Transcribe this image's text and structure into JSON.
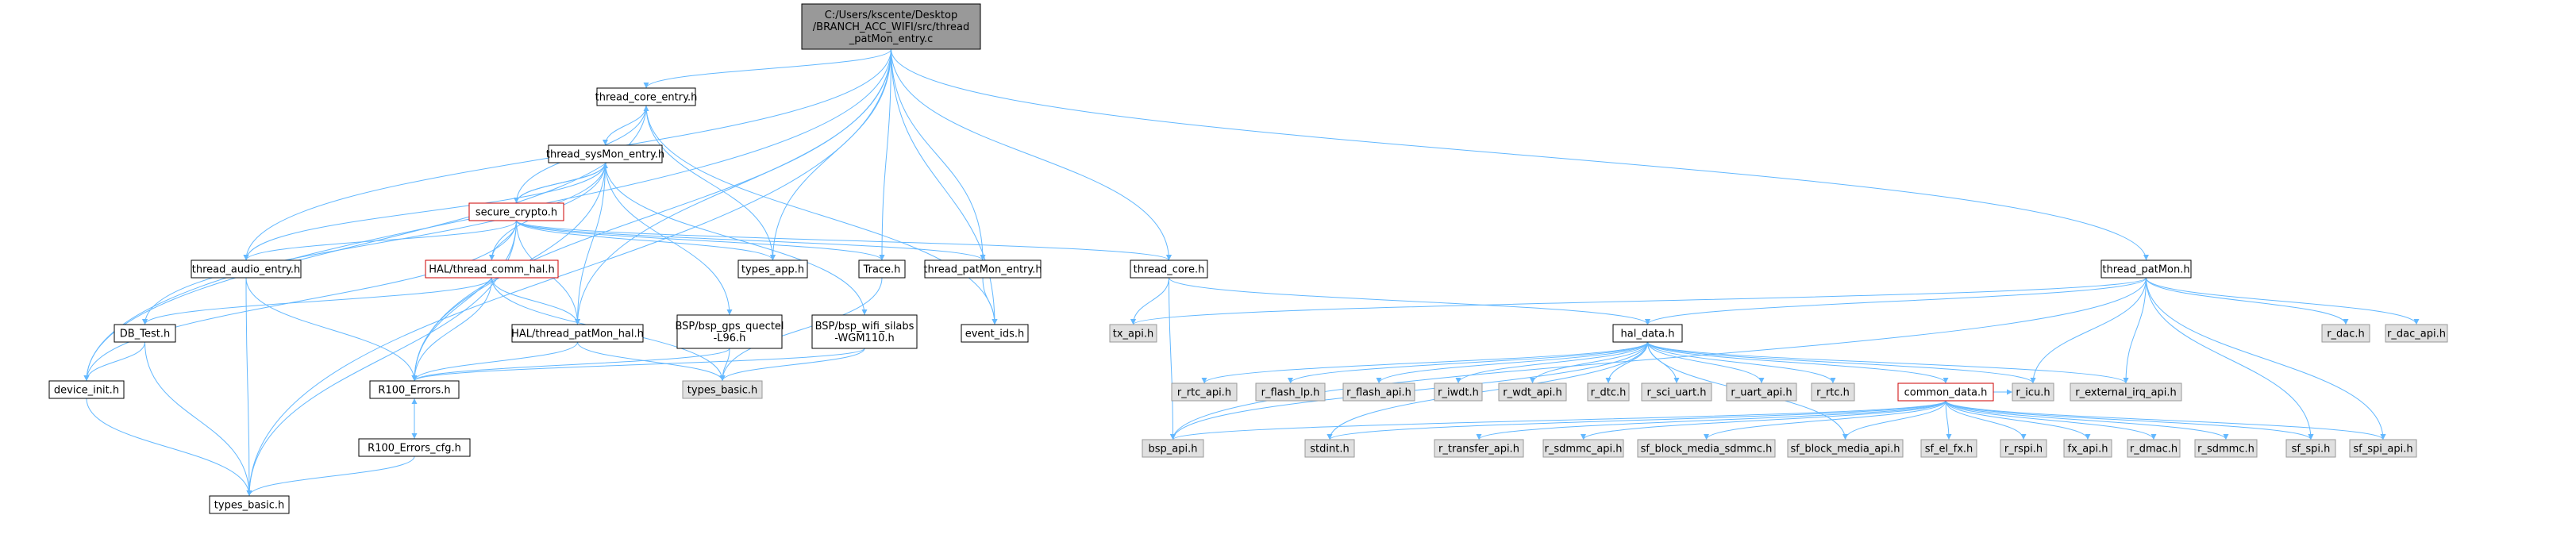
{
  "graph": {
    "colors": {
      "edge": "#63b8ff",
      "edge_head": "#63b8ff",
      "node_border": "#000000",
      "node_border_highlight": "#cc0000",
      "node_fill": "#ffffff",
      "node_fill_system": "#e0e0e0",
      "node_fill_root": "#999999",
      "system_border": "#999999"
    },
    "nodes": [
      {
        "id": "root",
        "lines": [
          "C:/Users/kscente/Desktop",
          "/BRANCH_ACC_WIFI/src/thread",
          "_patMon_entry.c"
        ],
        "kind": "root"
      },
      {
        "id": "thread_core_entry",
        "lines": [
          "thread_core_entry.h"
        ],
        "kind": "normal"
      },
      {
        "id": "thread_sysMon_entry",
        "lines": [
          "thread_sysMon_entry.h"
        ],
        "kind": "normal"
      },
      {
        "id": "secure_crypto",
        "lines": [
          "secure_crypto.h"
        ],
        "kind": "highlight"
      },
      {
        "id": "HAL_thread_comm_hal",
        "lines": [
          "HAL/thread_comm_hal.h"
        ],
        "kind": "highlight"
      },
      {
        "id": "thread_audio_entry",
        "lines": [
          "thread_audio_entry.h"
        ],
        "kind": "normal"
      },
      {
        "id": "types_app",
        "lines": [
          "types_app.h"
        ],
        "kind": "normal"
      },
      {
        "id": "Trace",
        "lines": [
          "Trace.h"
        ],
        "kind": "normal"
      },
      {
        "id": "thread_patMon_entry",
        "lines": [
          "thread_patMon_entry.h"
        ],
        "kind": "normal"
      },
      {
        "id": "thread_core",
        "lines": [
          "thread_core.h"
        ],
        "kind": "normal"
      },
      {
        "id": "thread_patMon",
        "lines": [
          "thread_patMon.h"
        ],
        "kind": "normal"
      },
      {
        "id": "DB_Test",
        "lines": [
          "DB_Test.h"
        ],
        "kind": "normal"
      },
      {
        "id": "HAL_thread_patMon_hal",
        "lines": [
          "HAL/thread_patMon_hal.h"
        ],
        "kind": "normal"
      },
      {
        "id": "BSP_bsp_gps_quectel",
        "lines": [
          "BSP/bsp_gps_quectel",
          "-L96.h"
        ],
        "kind": "normal"
      },
      {
        "id": "BSP_bsp_wifi_silabs",
        "lines": [
          "BSP/bsp_wifi_silabs",
          "-WGM110.h"
        ],
        "kind": "normal"
      },
      {
        "id": "event_ids",
        "lines": [
          "event_ids.h"
        ],
        "kind": "normal"
      },
      {
        "id": "device_init",
        "lines": [
          "device_init.h"
        ],
        "kind": "normal"
      },
      {
        "id": "R100_Errors",
        "lines": [
          "R100_Errors.h"
        ],
        "kind": "normal"
      },
      {
        "id": "types_basic",
        "lines": [
          "types_basic.h"
        ],
        "kind": "system"
      },
      {
        "id": "R100_Errors_cfg",
        "lines": [
          "R100_Errors_cfg.h"
        ],
        "kind": "normal"
      },
      {
        "id": "types_basic_h",
        "lines": [
          "types_basic.h"
        ],
        "kind": "normal"
      },
      {
        "id": "tx_api",
        "lines": [
          "tx_api.h"
        ],
        "kind": "system"
      },
      {
        "id": "hal_data",
        "lines": [
          "hal_data.h"
        ],
        "kind": "normal"
      },
      {
        "id": "r_dac",
        "lines": [
          "r_dac.h"
        ],
        "kind": "system"
      },
      {
        "id": "r_dac_api",
        "lines": [
          "r_dac_api.h"
        ],
        "kind": "system"
      },
      {
        "id": "r_rtc_api",
        "lines": [
          "r_rtc_api.h"
        ],
        "kind": "system"
      },
      {
        "id": "r_flash_lp",
        "lines": [
          "r_flash_lp.h"
        ],
        "kind": "system"
      },
      {
        "id": "r_flash_api",
        "lines": [
          "r_flash_api.h"
        ],
        "kind": "system"
      },
      {
        "id": "r_iwdt",
        "lines": [
          "r_iwdt.h"
        ],
        "kind": "system"
      },
      {
        "id": "r_wdt_api",
        "lines": [
          "r_wdt_api.h"
        ],
        "kind": "system"
      },
      {
        "id": "r_dtc",
        "lines": [
          "r_dtc.h"
        ],
        "kind": "system"
      },
      {
        "id": "r_sci_uart",
        "lines": [
          "r_sci_uart.h"
        ],
        "kind": "system"
      },
      {
        "id": "r_uart_api",
        "lines": [
          "r_uart_api.h"
        ],
        "kind": "system"
      },
      {
        "id": "r_rtc",
        "lines": [
          "r_rtc.h"
        ],
        "kind": "system"
      },
      {
        "id": "common_data",
        "lines": [
          "common_data.h"
        ],
        "kind": "highlight"
      },
      {
        "id": "r_icu",
        "lines": [
          "r_icu.h"
        ],
        "kind": "system"
      },
      {
        "id": "r_external_irq_api",
        "lines": [
          "r_external_irq_api.h"
        ],
        "kind": "system"
      },
      {
        "id": "bsp_api",
        "lines": [
          "bsp_api.h"
        ],
        "kind": "system"
      },
      {
        "id": "stdint",
        "lines": [
          "stdint.h"
        ],
        "kind": "system"
      },
      {
        "id": "r_transfer_api",
        "lines": [
          "r_transfer_api.h"
        ],
        "kind": "system"
      },
      {
        "id": "r_sdmmc_api",
        "lines": [
          "r_sdmmc_api.h"
        ],
        "kind": "system"
      },
      {
        "id": "sf_block_media_sdmmc",
        "lines": [
          "sf_block_media_sdmmc.h"
        ],
        "kind": "system"
      },
      {
        "id": "sf_block_media_api",
        "lines": [
          "sf_block_media_api.h"
        ],
        "kind": "system"
      },
      {
        "id": "sf_el_fx",
        "lines": [
          "sf_el_fx.h"
        ],
        "kind": "system"
      },
      {
        "id": "r_rspi",
        "lines": [
          "r_rspi.h"
        ],
        "kind": "system"
      },
      {
        "id": "fx_api",
        "lines": [
          "fx_api.h"
        ],
        "kind": "system"
      },
      {
        "id": "r_dmac",
        "lines": [
          "r_dmac.h"
        ],
        "kind": "system"
      },
      {
        "id": "r_sdmmc",
        "lines": [
          "r_sdmmc.h"
        ],
        "kind": "system"
      },
      {
        "id": "sf_spi",
        "lines": [
          "sf_spi.h"
        ],
        "kind": "system"
      },
      {
        "id": "sf_spi_api",
        "lines": [
          "sf_spi_api.h"
        ],
        "kind": "system"
      }
    ],
    "edges": [
      [
        "root",
        "thread_core_entry"
      ],
      [
        "root",
        "device_init"
      ],
      [
        "root",
        "R100_Errors"
      ],
      [
        "root",
        "thread_audio_entry"
      ],
      [
        "root",
        "types_app"
      ],
      [
        "root",
        "HAL_thread_patMon_hal"
      ],
      [
        "root",
        "Trace"
      ],
      [
        "root",
        "thread_patMon_entry"
      ],
      [
        "root",
        "event_ids"
      ],
      [
        "root",
        "thread_core"
      ],
      [
        "root",
        "thread_patMon"
      ],
      [
        "root",
        "types_basic_h"
      ],
      [
        "thread_core_entry",
        "thread_sysMon_entry"
      ],
      [
        "thread_core_entry",
        "types_app"
      ],
      [
        "thread_core_entry",
        "event_ids"
      ],
      [
        "thread_core_entry",
        "device_init"
      ],
      [
        "thread_sysMon_entry",
        "secure_crypto"
      ],
      [
        "thread_sysMon_entry",
        "thread_audio_entry"
      ],
      [
        "thread_sysMon_entry",
        "DB_Test"
      ],
      [
        "thread_sysMon_entry",
        "HAL_thread_patMon_hal"
      ],
      [
        "thread_sysMon_entry",
        "BSP_bsp_gps_quectel"
      ],
      [
        "thread_sysMon_entry",
        "BSP_bsp_wifi_silabs"
      ],
      [
        "thread_sysMon_entry",
        "HAL_thread_comm_hal"
      ],
      [
        "thread_sysMon_entry",
        "R100_Errors"
      ],
      [
        "secure_crypto",
        "thread_core_entry"
      ],
      [
        "secure_crypto",
        "thread_sysMon_entry"
      ],
      [
        "secure_crypto",
        "HAL_thread_comm_hal"
      ],
      [
        "secure_crypto",
        "thread_audio_entry"
      ],
      [
        "secure_crypto",
        "types_app"
      ],
      [
        "secure_crypto",
        "Trace"
      ],
      [
        "secure_crypto",
        "thread_patMon_entry"
      ],
      [
        "secure_crypto",
        "thread_core"
      ],
      [
        "secure_crypto",
        "HAL_thread_patMon_hal"
      ],
      [
        "secure_crypto",
        "R100_Errors"
      ],
      [
        "secure_crypto",
        "device_init"
      ],
      [
        "secure_crypto",
        "types_basic_h"
      ],
      [
        "HAL_thread_comm_hal",
        "DB_Test"
      ],
      [
        "HAL_thread_comm_hal",
        "HAL_thread_patMon_hal"
      ],
      [
        "HAL_thread_comm_hal",
        "R100_Errors"
      ],
      [
        "HAL_thread_comm_hal",
        "types_basic"
      ],
      [
        "thread_audio_entry",
        "R100_Errors"
      ],
      [
        "thread_audio_entry",
        "types_basic_h"
      ],
      [
        "Trace",
        "types_basic"
      ],
      [
        "thread_patMon_entry",
        "event_ids"
      ],
      [
        "thread_core",
        "hal_data"
      ],
      [
        "thread_core",
        "tx_api"
      ],
      [
        "thread_core",
        "bsp_api"
      ],
      [
        "thread_patMon",
        "hal_data"
      ],
      [
        "thread_patMon",
        "tx_api"
      ],
      [
        "thread_patMon",
        "r_dac"
      ],
      [
        "thread_patMon",
        "r_dac_api"
      ],
      [
        "thread_patMon",
        "r_icu"
      ],
      [
        "thread_patMon",
        "r_external_irq_api"
      ],
      [
        "thread_patMon",
        "sf_spi"
      ],
      [
        "thread_patMon",
        "sf_spi_api"
      ],
      [
        "thread_patMon",
        "bsp_api"
      ],
      [
        "DB_Test",
        "device_init"
      ],
      [
        "DB_Test",
        "types_basic_h"
      ],
      [
        "HAL_thread_patMon_hal",
        "R100_Errors"
      ],
      [
        "HAL_thread_patMon_hal",
        "types_basic"
      ],
      [
        "BSP_bsp_gps_quectel",
        "R100_Errors"
      ],
      [
        "BSP_bsp_gps_quectel",
        "types_basic"
      ],
      [
        "BSP_bsp_wifi_silabs",
        "R100_Errors"
      ],
      [
        "BSP_bsp_wifi_silabs",
        "types_basic"
      ],
      [
        "device_init",
        "types_basic_h"
      ],
      [
        "R100_Errors",
        "R100_Errors_cfg"
      ],
      [
        "R100_Errors_cfg",
        "R100_Errors"
      ],
      [
        "R100_Errors_cfg",
        "types_basic_h"
      ],
      [
        "hal_data",
        "r_rtc_api"
      ],
      [
        "hal_data",
        "r_flash_lp"
      ],
      [
        "hal_data",
        "r_flash_api"
      ],
      [
        "hal_data",
        "r_iwdt"
      ],
      [
        "hal_data",
        "r_wdt_api"
      ],
      [
        "hal_data",
        "r_dtc"
      ],
      [
        "hal_data",
        "r_sci_uart"
      ],
      [
        "hal_data",
        "r_uart_api"
      ],
      [
        "hal_data",
        "r_rtc"
      ],
      [
        "hal_data",
        "common_data"
      ],
      [
        "hal_data",
        "r_icu"
      ],
      [
        "hal_data",
        "r_external_irq_api"
      ],
      [
        "hal_data",
        "bsp_api"
      ],
      [
        "hal_data",
        "stdint"
      ],
      [
        "hal_data",
        "sf_block_media_api"
      ],
      [
        "common_data",
        "bsp_api"
      ],
      [
        "common_data",
        "stdint"
      ],
      [
        "common_data",
        "r_transfer_api"
      ],
      [
        "common_data",
        "r_sdmmc_api"
      ],
      [
        "common_data",
        "sf_block_media_sdmmc"
      ],
      [
        "common_data",
        "sf_block_media_api"
      ],
      [
        "common_data",
        "sf_el_fx"
      ],
      [
        "common_data",
        "r_rspi"
      ],
      [
        "common_data",
        "fx_api"
      ],
      [
        "common_data",
        "r_dmac"
      ],
      [
        "common_data",
        "r_sdmmc"
      ],
      [
        "common_data",
        "sf_spi"
      ],
      [
        "common_data",
        "sf_spi_api"
      ],
      [
        "common_data",
        "r_icu"
      ]
    ]
  }
}
